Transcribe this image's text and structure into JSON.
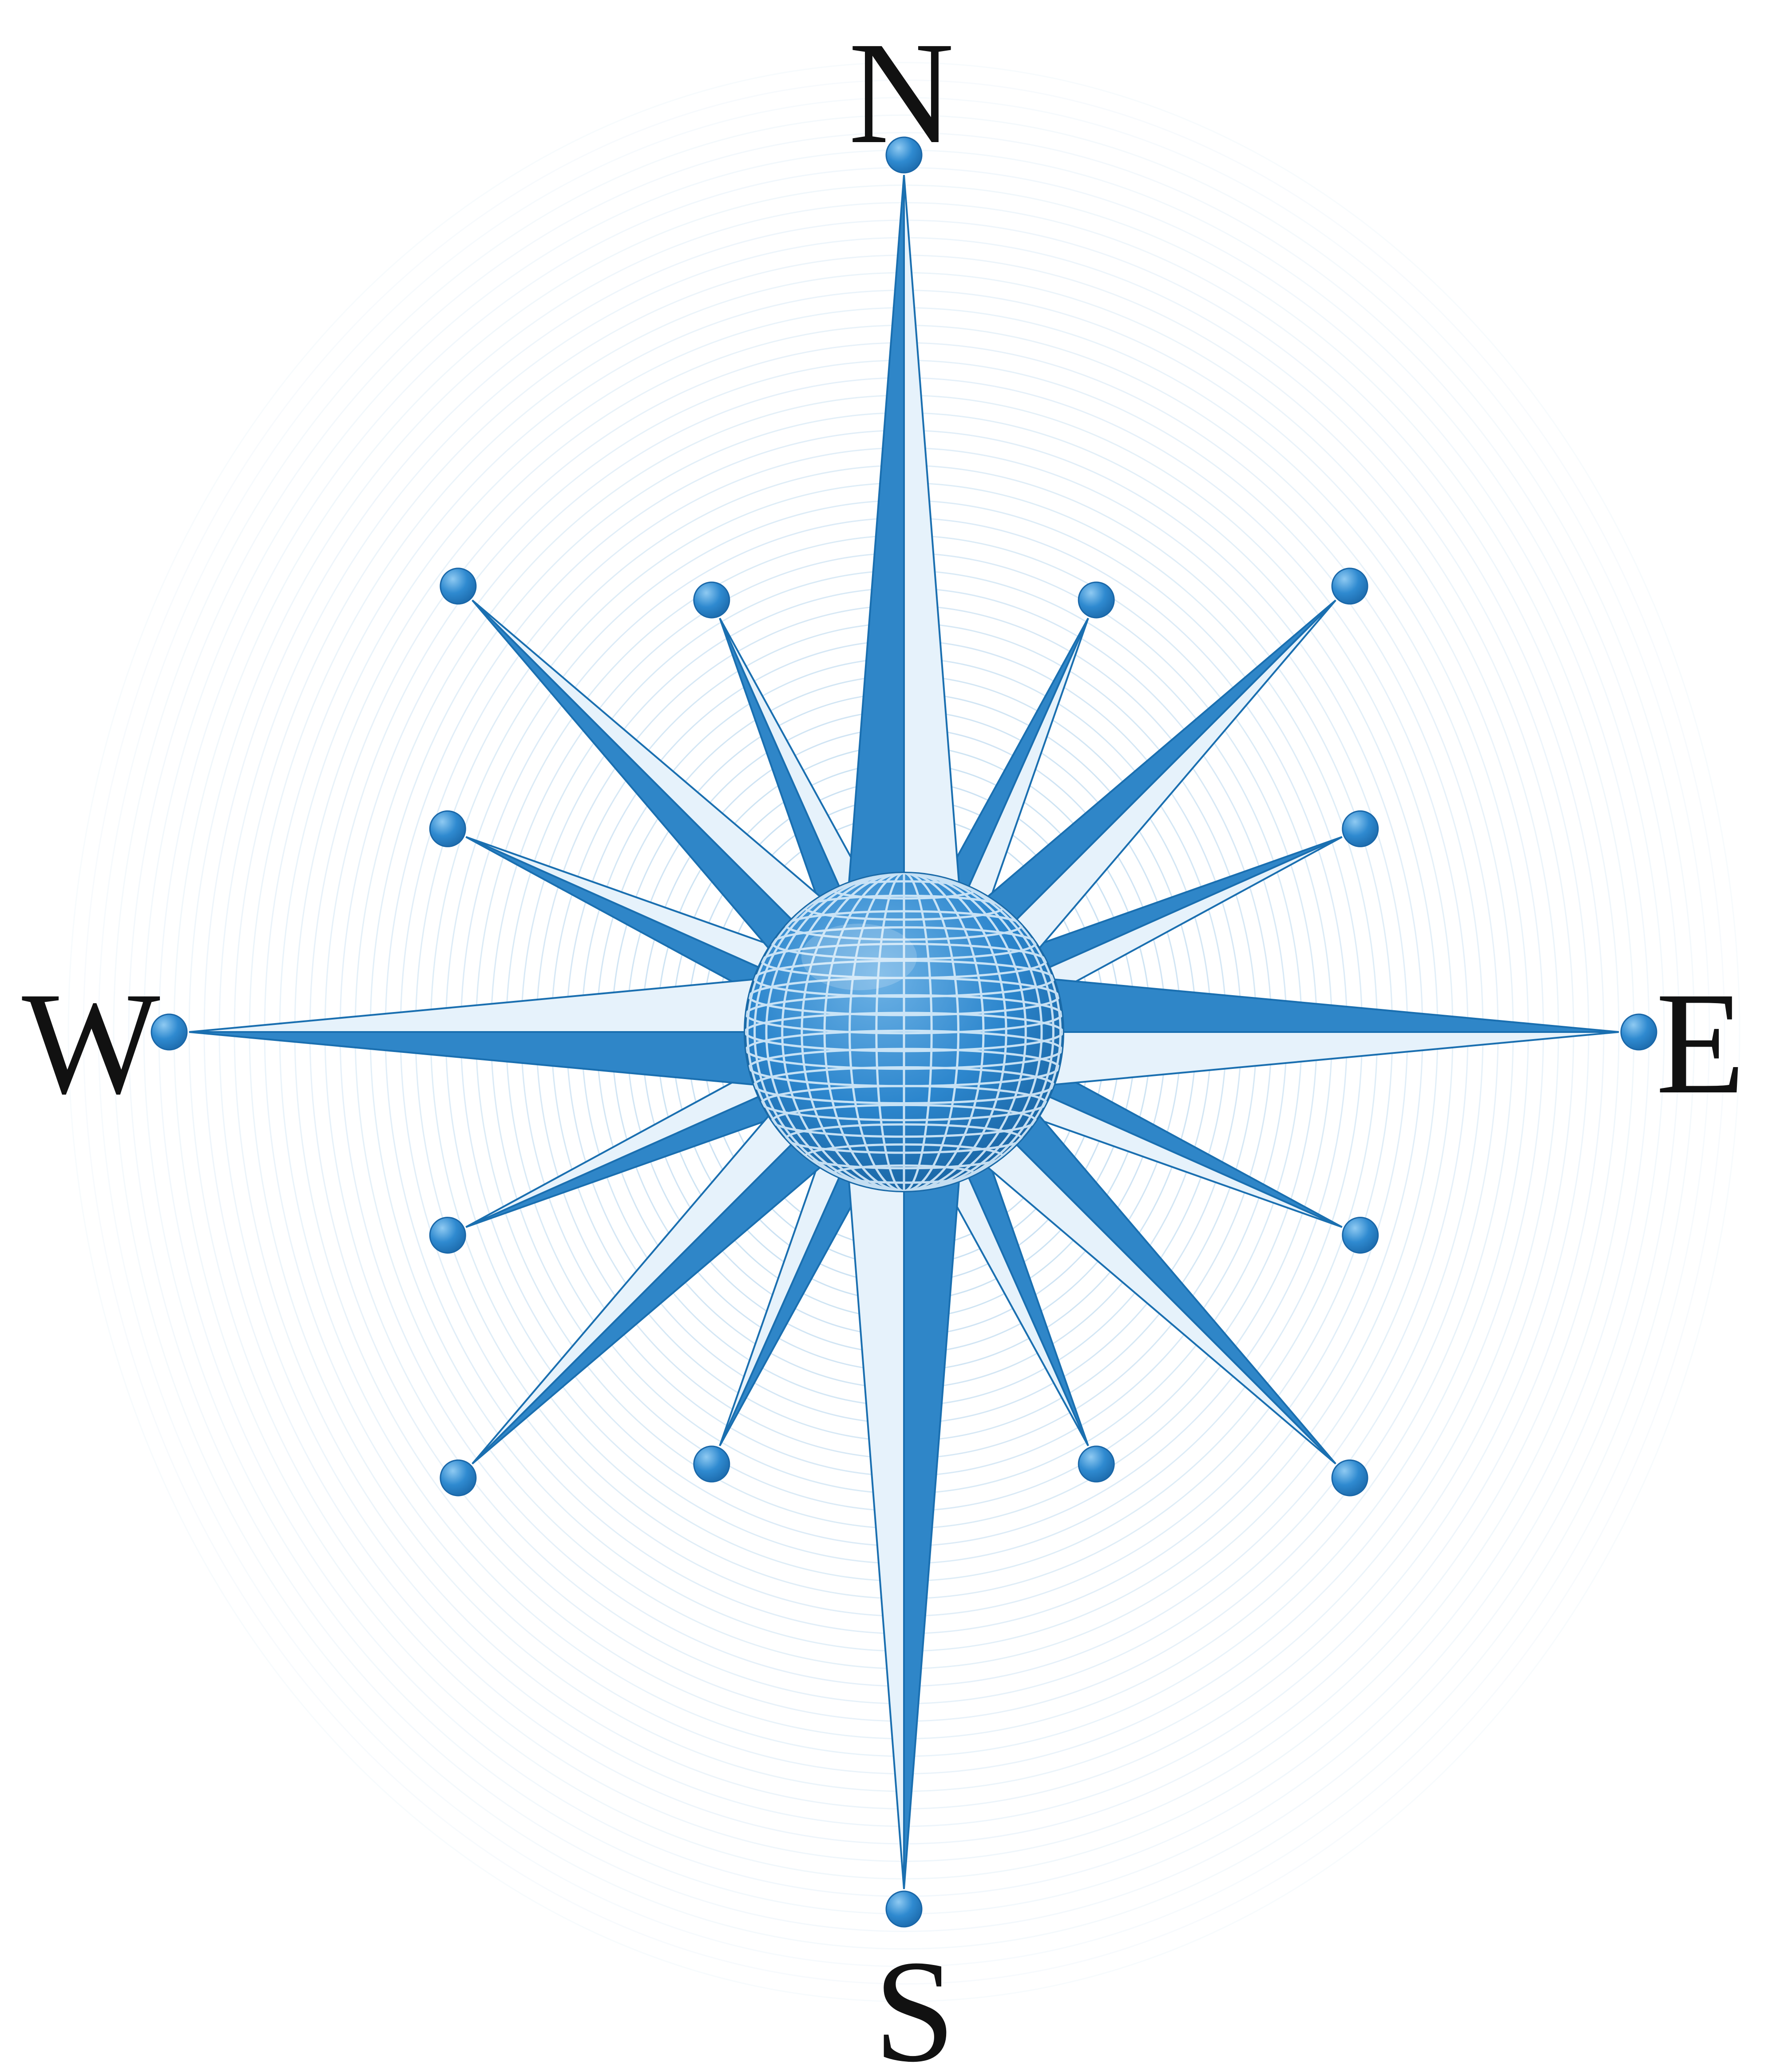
{
  "labels": {
    "north": "N",
    "south": "S",
    "east": "E",
    "west": "W"
  },
  "colors": {
    "background": "#ffffff",
    "primary_blue": "#2f86c8",
    "dark_blue": "#1a6fb0",
    "light_blue": "#e6f2fb",
    "ring_blue": "#9fc9e8",
    "letter": "#111111"
  },
  "icons": {
    "center": "globe-icon",
    "tips": "ball-tip-icon"
  }
}
